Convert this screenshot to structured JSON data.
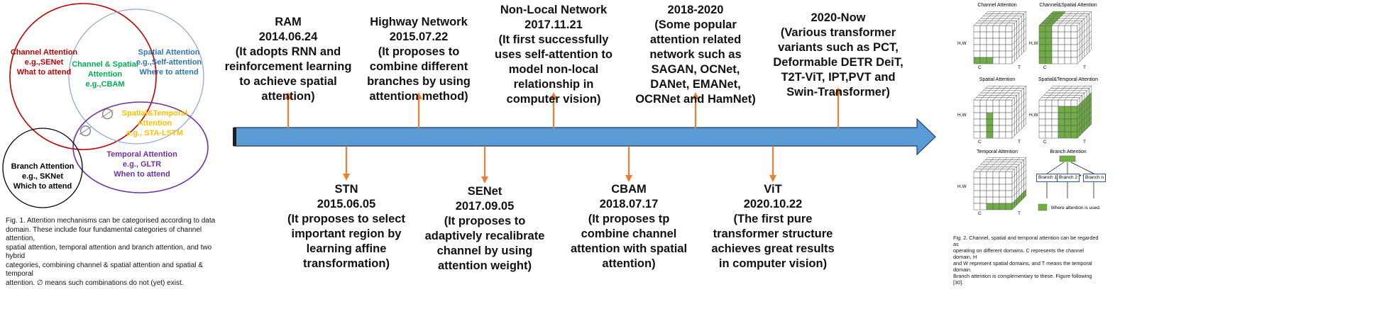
{
  "venn": {
    "channel": [
      "Channel Attention",
      "e.g.,SENet",
      "What to attend"
    ],
    "overlap_cs": [
      "Channel & Spatial",
      "Attention",
      "e.g.,CBAM"
    ],
    "spatial": [
      "Spatial Attention",
      "e.g.,Self-attention",
      "Where to attend"
    ],
    "overlap_st": [
      "Spatial&Temporal",
      "Attention",
      "e.g., STA-LSTM"
    ],
    "temporal": [
      "Temporal Attention",
      "e.g., GLTR",
      "When to attend"
    ],
    "branch": [
      "Branch Attention",
      "e.g., SKNet",
      "Which to attend"
    ],
    "empty_symbol": "∅",
    "colors": {
      "channel": "#c00000",
      "spatial": "#2e75b6",
      "overlap_cs": "#00b050",
      "temporal": "#7030a0",
      "overlap_st": "#ffc000",
      "branch": "#000000"
    }
  },
  "fig1_caption": [
    "Fig. 1.  Attention mechanisms can be categorised according to data",
    "domain. These include four fundamental categories of channel attention,",
    "spatial attention, temporal attention and branch attention, and two hybrid",
    "categories, combining channel & spatial attention and spatial & temporal",
    "attention. ∅ means such combinations do not (yet) exist."
  ],
  "timeline": {
    "colors": {
      "arrow_fill": "#5b9bd5",
      "arrow_stroke": "#1f3864",
      "connector": "#ed7d31"
    },
    "above": [
      {
        "lines": [
          "RAM",
          "2014.06.24",
          "(It adopts RNN and",
          "reinforcement learning",
          "to achieve spatial",
          "attention)"
        ]
      },
      {
        "lines": [
          "Highway Network",
          "2015.07.22",
          "(It proposes to",
          "combine different",
          "branches by using",
          "attention method)"
        ]
      },
      {
        "lines": [
          "Non-Local Network",
          "2017.11.21",
          "(It first successfully",
          "uses self-attention to",
          "model non-local",
          "relationship in",
          "computer vision)"
        ]
      },
      {
        "lines": [
          "2018-2020",
          "(Some popular",
          "attention related",
          "network such as",
          "SAGAN, OCNet,",
          "DANet, EMANet,",
          "OCRNet and HamNet)"
        ]
      },
      {
        "lines": [
          "2020-Now",
          "(Various transformer",
          "variants such as PCT,",
          "Deformable DETR DeiT,",
          "T2T-ViT, IPT,PVT and",
          "Swin-Transformer)"
        ]
      }
    ],
    "below": [
      {
        "lines": [
          "STN",
          "2015.06.05",
          "(It proposes to select",
          "important region by",
          "learning affine",
          "transformation)"
        ]
      },
      {
        "lines": [
          "SENet",
          "2017.09.05",
          "(It proposes to",
          "adaptively recalibrate",
          "channel by using",
          "attention weight)"
        ]
      },
      {
        "lines": [
          "CBAM",
          "2018.07.17",
          "(It proposes tp",
          "combine channel",
          "attention with spatial",
          "attention)"
        ]
      },
      {
        "lines": [
          "ViT",
          "2020.10.22",
          "(The first pure",
          "transformer structure",
          "achieves great results",
          "in computer vision)"
        ]
      }
    ]
  },
  "fig2": {
    "panels": {
      "channel": "Channel Attention",
      "channel_spatial": "Channel&Spatial Attention",
      "spatial": "Spatial Attention",
      "spatial_temporal": "Spatial&Temporal Attention",
      "temporal": "Temporal Attention",
      "branch": "Branch Attention"
    },
    "axis": {
      "hw": "H,W",
      "c": "C",
      "t": "T"
    },
    "branches": [
      "Branch 1",
      "Branch 2",
      "Branch n"
    ],
    "dots": "• • •",
    "legend": ": Where attention is used.",
    "highlight_color": "#70ad47",
    "caption": [
      "Fig. 2.  Channel, spatial and temporal attention can be regarded as",
      "operating on different domains. C represents the channel domain, H",
      "and W represent spatial domains, and T means the temporal domain.",
      "Branch attention is complementary to these. Figure following [30]."
    ]
  }
}
